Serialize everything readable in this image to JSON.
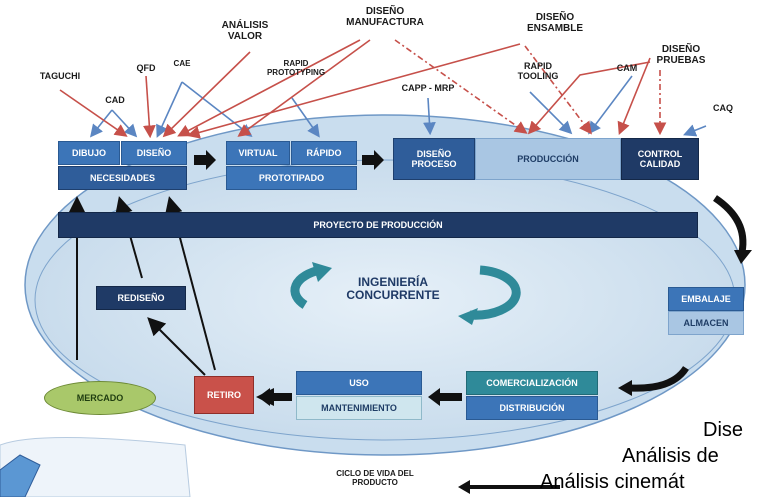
{
  "labels": {
    "taguchi": "TAGUCHI",
    "cad": "CAD",
    "qfd": "QFD",
    "cae": "CAE",
    "analisis_valor": "ANÁLISIS VALOR",
    "rapid_prototyping": "RAPID PROTOTYPING",
    "diseno_manufactura": "DISEÑO MANUFACTURA",
    "capp_mrp": "CAPP - MRP",
    "diseno_ensamble": "DISEÑO ENSAMBLE",
    "rapid_tooling": "RAPID TOOLING",
    "cam": "CAM",
    "diseno_pruebas": "DISEÑO PRUEBAS",
    "caq": "CAQ"
  },
  "boxes": {
    "dibujo": "DIBUJO",
    "diseno": "DISEÑO",
    "necesidades": "NECESIDADES",
    "virtual": "VIRTUAL",
    "rapido": "RÁPIDO",
    "prototipado": "PROTOTIPADO",
    "diseno_proceso": "DISEÑO PROCESO",
    "produccion": "PRODUCCIÓN",
    "control_calidad": "CONTROL CALIDAD",
    "proyecto": "PROYECTO DE PRODUCCIÓN",
    "rediseno": "REDISEÑO",
    "embalaje": "EMBALAJE",
    "almacen": "ALMACEN",
    "comercializacion": "COMERCIALIZACIÓN",
    "distribucion": "DISTRIBUCIÓN",
    "uso": "USO",
    "mantenimiento": "MANTENIMIENTO",
    "retiro": "RETIRO",
    "mercado": "MERCADO"
  },
  "center_title": "INGENIERÍA CONCURRENTE",
  "ciclo_vida": "CICLO DE VIDA DEL PRODUCTO",
  "side_text": {
    "line1": "Dise",
    "line2": "Análisis de",
    "line3": "Análisis cinemát"
  }
}
